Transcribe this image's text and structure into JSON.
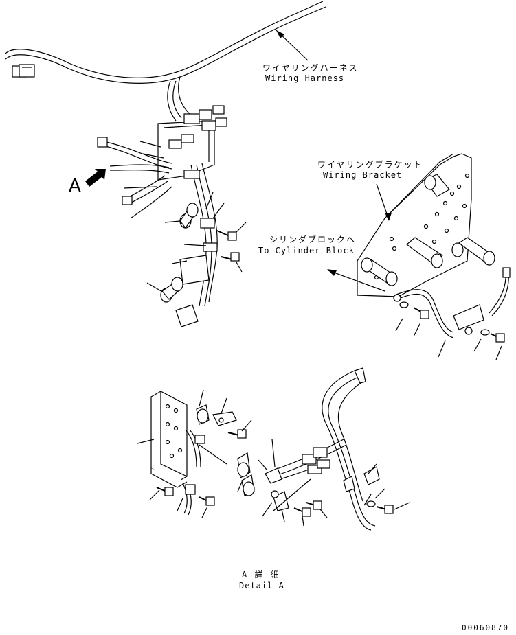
{
  "labels": {
    "harness_jp": "ワイヤリングハーネス",
    "harness_en": "Wiring Harness",
    "bracket_jp": "ワイヤリングブラケット",
    "bracket_en": "Wiring Bracket",
    "cyl_jp": "シリンダブロックへ",
    "cyl_en": "To Cylinder Block",
    "view_letter": "A",
    "detail_jp": "A 詳 細",
    "detail_en": "Detail A",
    "drawing_no": "00060870"
  }
}
